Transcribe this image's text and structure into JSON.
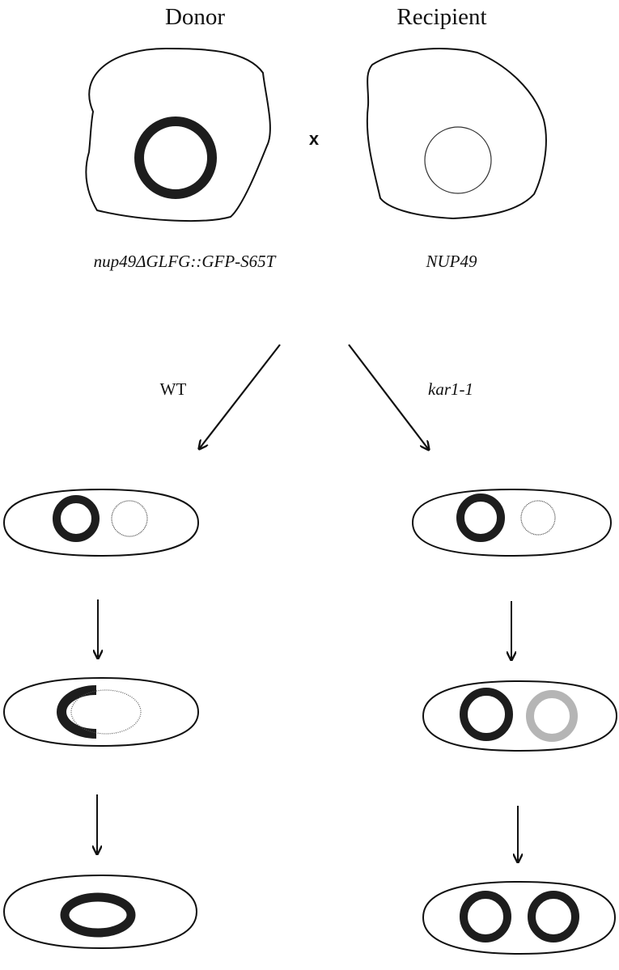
{
  "labels": {
    "donor_title": "Donor",
    "recipient_title": "Recipient",
    "cross_symbol": "x",
    "donor_genotype": "nup49ΔGLFG::GFP-S65T",
    "recipient_genotype": "NUP49",
    "left_branch": "WT",
    "right_branch": "kar1-1"
  },
  "colors": {
    "outline": "#111111",
    "dark_ring": "#1d1d1d",
    "light_ring": "#b5b5b5",
    "background": "#ffffff"
  }
}
